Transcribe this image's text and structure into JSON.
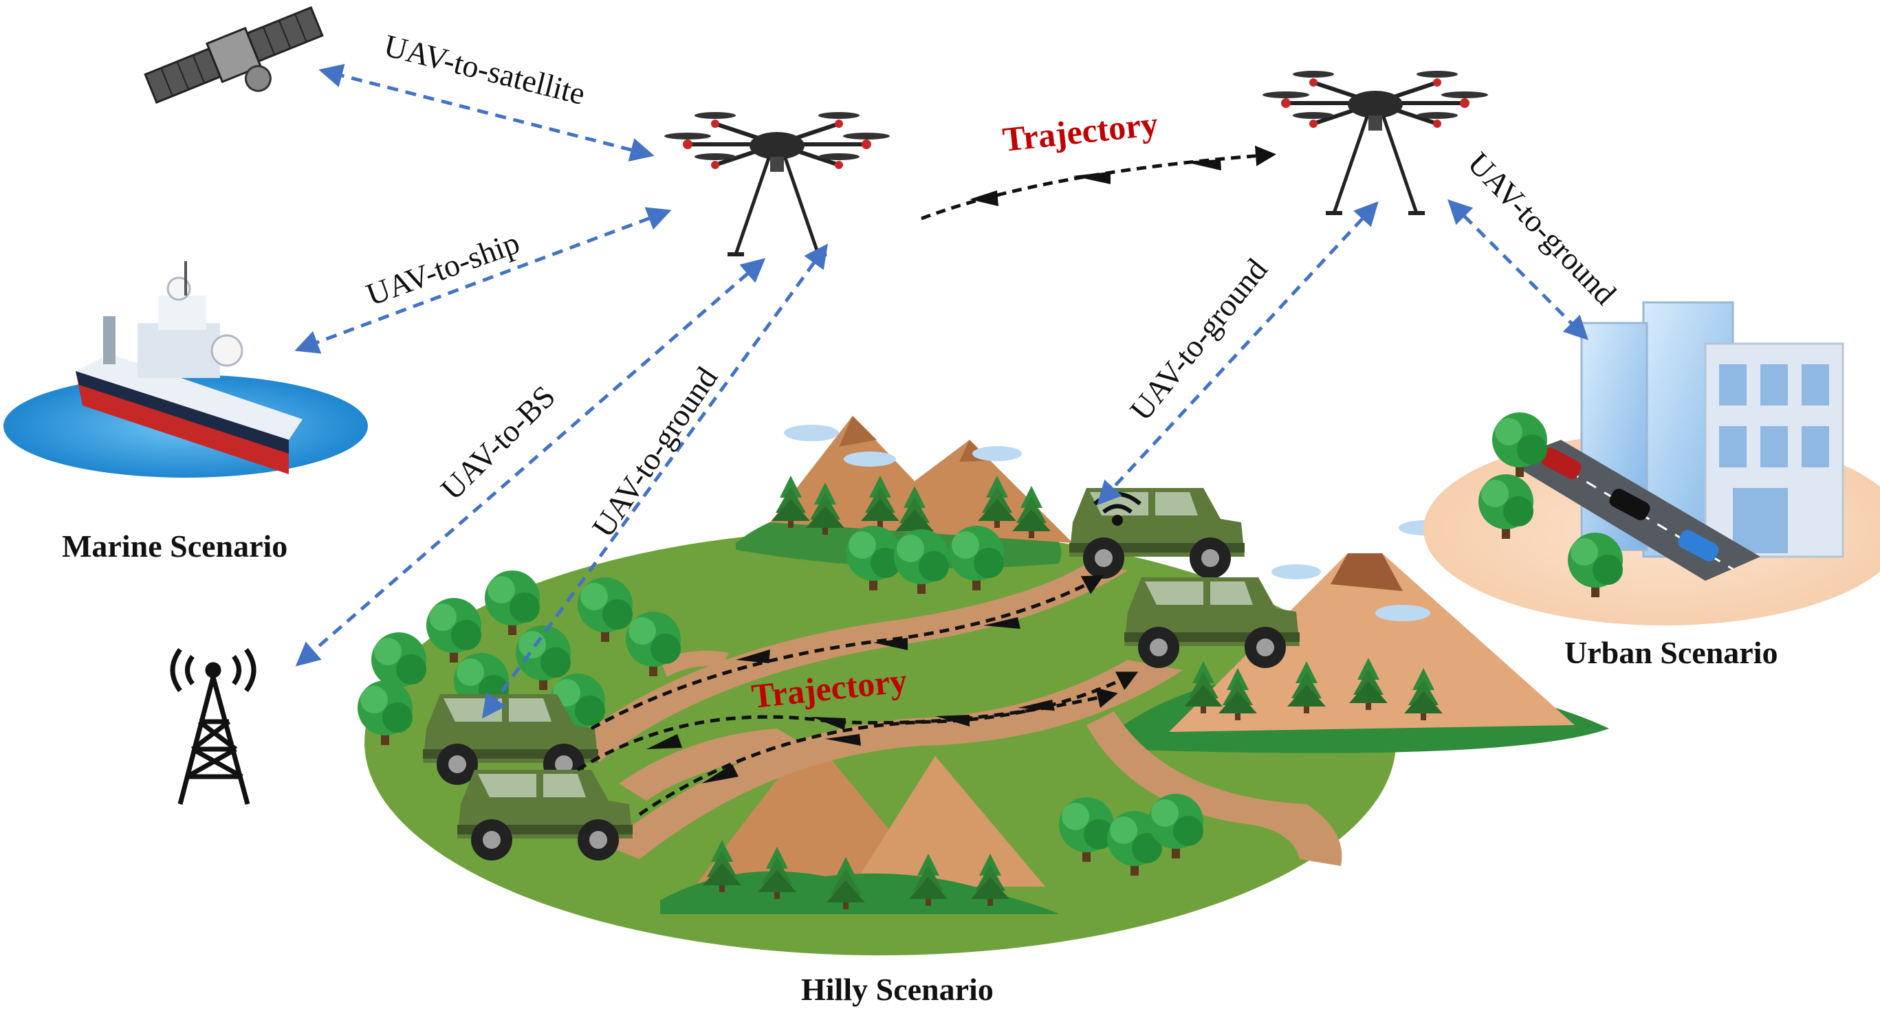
{
  "labels": {
    "uav_to_satellite": "UAV-to-satellite",
    "uav_to_ship": "UAV-to-ship",
    "uav_to_bs": "UAV-to-BS",
    "uav_to_ground_left": "UAV-to-ground",
    "uav_to_ground_mid": "UAV-to-ground",
    "uav_to_ground_right": "UAV-to-ground",
    "trajectory_top": "Trajectory",
    "trajectory_ground": "Trajectory"
  },
  "scenarios": {
    "marine": "Marine Scenario",
    "urban": "Urban Scenario",
    "hilly": "Hilly Scenario"
  },
  "colors": {
    "link": "#4472c4",
    "trajectory_text": "#c00000",
    "grass": "#6fa23c",
    "path": "#c9946a",
    "mountain": "#c98a57",
    "tree": "#2e7d32",
    "vehicle": "#5d7a3a",
    "water": "#2b8fd6"
  },
  "icons": [
    "satellite-icon",
    "drone-icon",
    "ship-icon",
    "base-station-icon",
    "military-vehicle-icon",
    "building-icon",
    "tree-icon",
    "mountain-icon"
  ]
}
